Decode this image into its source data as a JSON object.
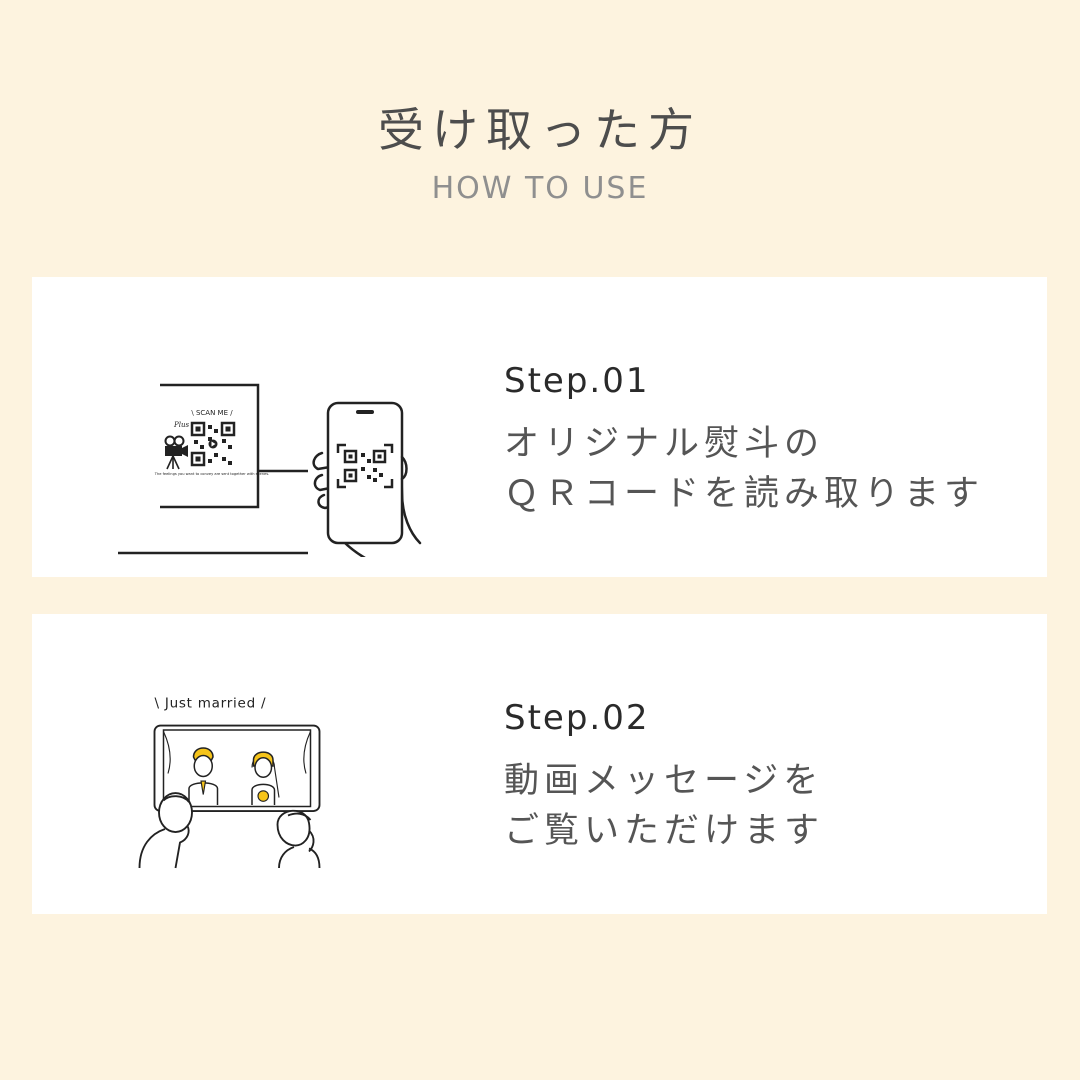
{
  "header": {
    "title": "受け取った方",
    "subtitle": "HOW TO USE"
  },
  "steps": [
    {
      "label": "Step.01",
      "lines": [
        "オリジナル熨斗の",
        "ＱＲコードを読み取ります"
      ],
      "illustration": {
        "card_caption": "\\ SCAN ME /",
        "card_small_text": "The feelings you want to convey are sent together with scenes.",
        "icons": [
          "qr-code-icon",
          "movie-camera-icon",
          "smartphone-icon",
          "hand-icon"
        ]
      }
    },
    {
      "label": "Step.02",
      "lines": [
        "動画メッセージを",
        "ご覧いただけます"
      ],
      "illustration": {
        "caption": "\\ Just married /",
        "icons": [
          "tv-screen-icon",
          "groom-icon",
          "bride-icon",
          "viewer-man-icon",
          "viewer-woman-icon"
        ]
      }
    }
  ],
  "colors": {
    "background": "#fdf3df",
    "card": "#ffffff",
    "accent_yellow": "#f6c41a",
    "text": "#4a4a4a"
  }
}
